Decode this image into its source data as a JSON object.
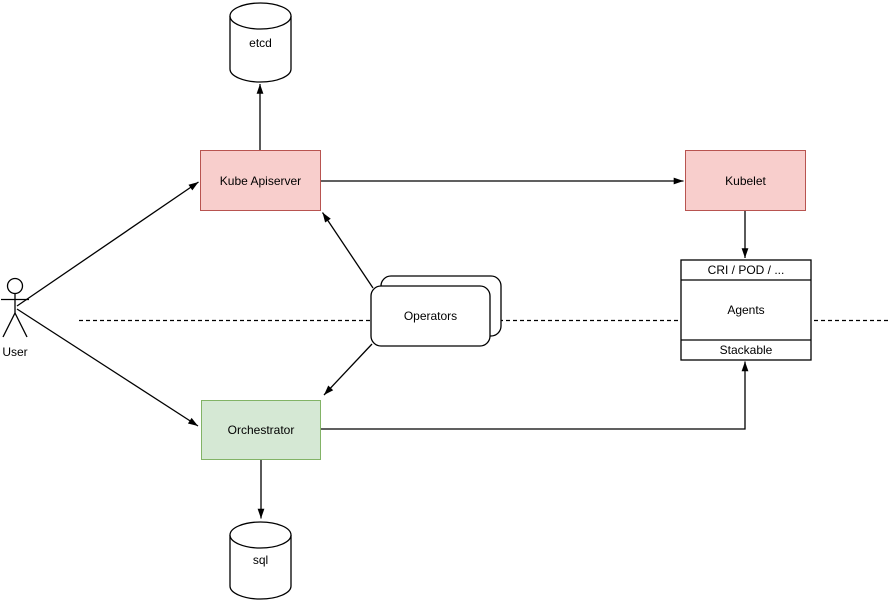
{
  "theme": {
    "background": "#ffffff",
    "line_color": "#000000",
    "shape_fill": "#ffffff",
    "red_fill": "#f8cecc",
    "red_border": "#b85450",
    "green_fill": "#d5e8d4",
    "green_border": "#82b366",
    "text_color": "#000000"
  },
  "nodes": {
    "user": {
      "type": "actor",
      "label": "User"
    },
    "etcd": {
      "type": "database",
      "label": "etcd"
    },
    "kube_apiserver": {
      "type": "box",
      "label": "Kube Apiserver"
    },
    "kubelet": {
      "type": "box",
      "label": "Kubelet"
    },
    "operators": {
      "type": "stacked-rounded-box",
      "label": "Operators"
    },
    "agents": {
      "type": "list-box",
      "header": "CRI / POD / ...",
      "body": "Agents",
      "footer": "Stackable"
    },
    "orchestrator": {
      "type": "box",
      "label": "Orchestrator"
    },
    "sql": {
      "type": "database",
      "label": "sql"
    }
  },
  "edges": [
    {
      "from": "user",
      "to": "kube_apiserver",
      "arrow": "end"
    },
    {
      "from": "user",
      "to": "orchestrator",
      "arrow": "end"
    },
    {
      "from": "kube_apiserver",
      "to": "etcd",
      "arrow": "end"
    },
    {
      "from": "kube_apiserver",
      "to": "kubelet",
      "arrow": "end"
    },
    {
      "from": "kubelet",
      "to": "agents",
      "arrow": "end"
    },
    {
      "from": "operators",
      "to": "kube_apiserver",
      "arrow": "end"
    },
    {
      "from": "operators",
      "to": "orchestrator",
      "arrow": "end"
    },
    {
      "from": "orchestrator",
      "to": "sql",
      "arrow": "end"
    },
    {
      "from": "orchestrator",
      "to": "agents",
      "arrow": "end"
    }
  ],
  "separator": {
    "style": "dashed horizontal line"
  }
}
